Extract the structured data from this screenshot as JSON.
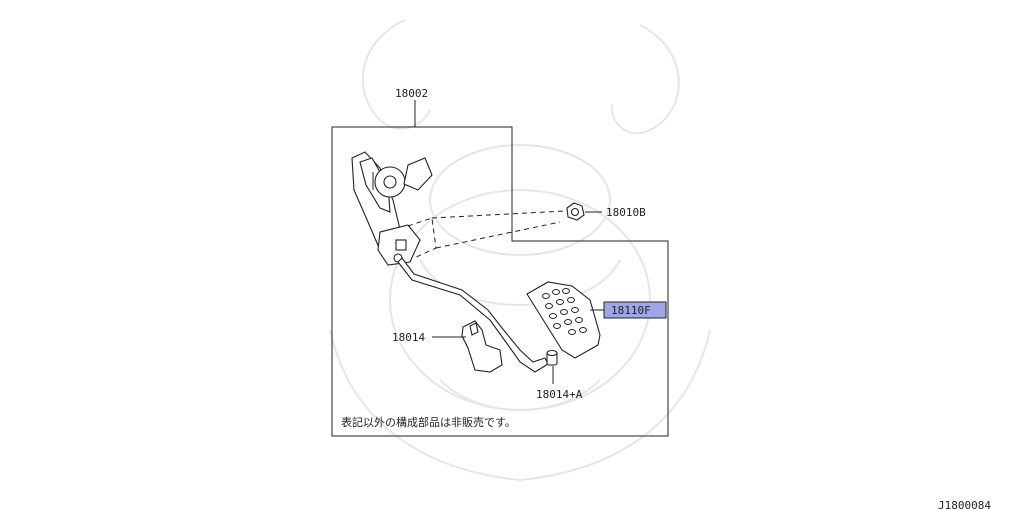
{
  "callouts": {
    "assembly": "18002",
    "nut": "18010B",
    "pedal_pad": "18110F",
    "stopper": "18014",
    "bushing": "18014+A"
  },
  "highlight_color": "#9fa6e8",
  "note": "表記以外の構成部品は非販売です。",
  "diagram_code": "J1800084"
}
